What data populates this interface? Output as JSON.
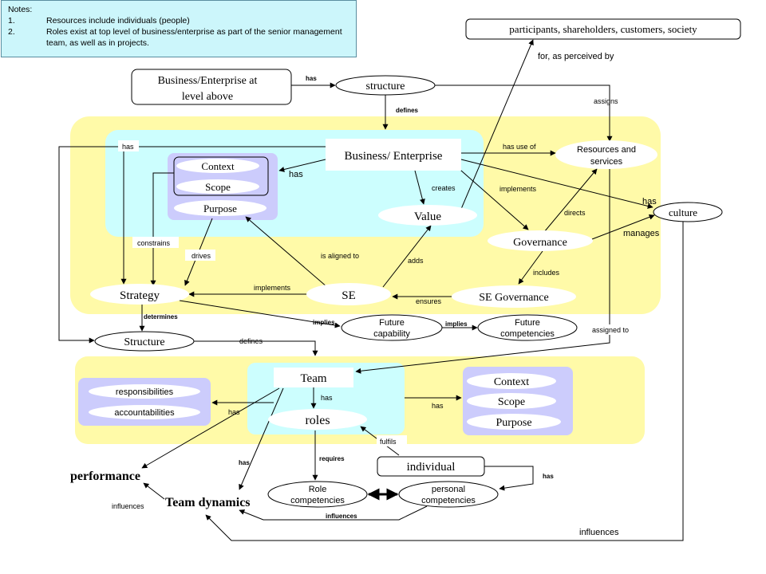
{
  "notes": {
    "title": "Notes:",
    "items": [
      {
        "num": "1.",
        "text": "Resources include individuals (people)"
      },
      {
        "num": "2.",
        "text": "Roles exist at top level of business/enterprise as part of the senior management team, as well as in projects."
      }
    ]
  },
  "nodes": {
    "participants": "participants, shareholders, customers, society",
    "business_above_line1": "Business/Enterprise at",
    "business_above_line2": "level above",
    "structure_top": "structure",
    "business_enterprise": "Business/ Enterprise",
    "resources_line1": "Resources and",
    "resources_line2": "services",
    "culture": "culture",
    "context": "Context",
    "scope": "Scope",
    "purpose": "Purpose",
    "value": "Value",
    "governance": "Governance",
    "strategy": "Strategy",
    "se": "SE",
    "se_governance": "SE Governance",
    "structure": "Structure",
    "future_capability_line1": "Future",
    "future_capability_line2": "capability",
    "future_competencies_line1": "Future",
    "future_competencies_line2": "competencies",
    "team": "Team",
    "roles": "roles",
    "responsibilities": "responsibilities",
    "accountabilities": "accountabilities",
    "team_context": "Context",
    "team_scope": "Scope",
    "team_purpose": "Purpose",
    "individual": "individual",
    "performance": "performance",
    "team_dynamics": "Team dynamics",
    "role_competencies_line1": "Role",
    "role_competencies_line2": "competencies",
    "personal_competencies_line1": "personal",
    "personal_competencies_line2": "competencies"
  },
  "edge_labels": {
    "for_as_perceived_by": "for, as perceived by",
    "has_top": "has",
    "defines_top": "defines",
    "assigns": "assigns",
    "has_left": "has",
    "has_use_of": "has use of",
    "has_context": "has",
    "creates": "creates",
    "implements_gov": "implements",
    "has_culture": "has",
    "directs": "directs",
    "manages": "manages",
    "constrains": "constrains",
    "drives": "drives",
    "is_aligned_to": "is aligned to",
    "adds": "adds",
    "includes": "includes",
    "implements_se": "implements",
    "ensures": "ensures",
    "determines": "determines",
    "implies_1": "implies",
    "implies_2": "implies",
    "defines_team": "defines",
    "assigned_to": "assigned to",
    "has_roles": "has",
    "has_resp": "has",
    "has_context2": "has",
    "fulfils": "fulfils",
    "requires": "requires",
    "has_dyn": "has",
    "has_ind": "has",
    "influences_perf": "influences",
    "influences_dyn": "influences",
    "influences_culture": "influences"
  },
  "colors": {
    "yellow_band": "#fffaa8",
    "cyan_box": "#ccfefe",
    "lavender_box": "#ccccfc",
    "notes_bg": "#ccf6fb"
  }
}
